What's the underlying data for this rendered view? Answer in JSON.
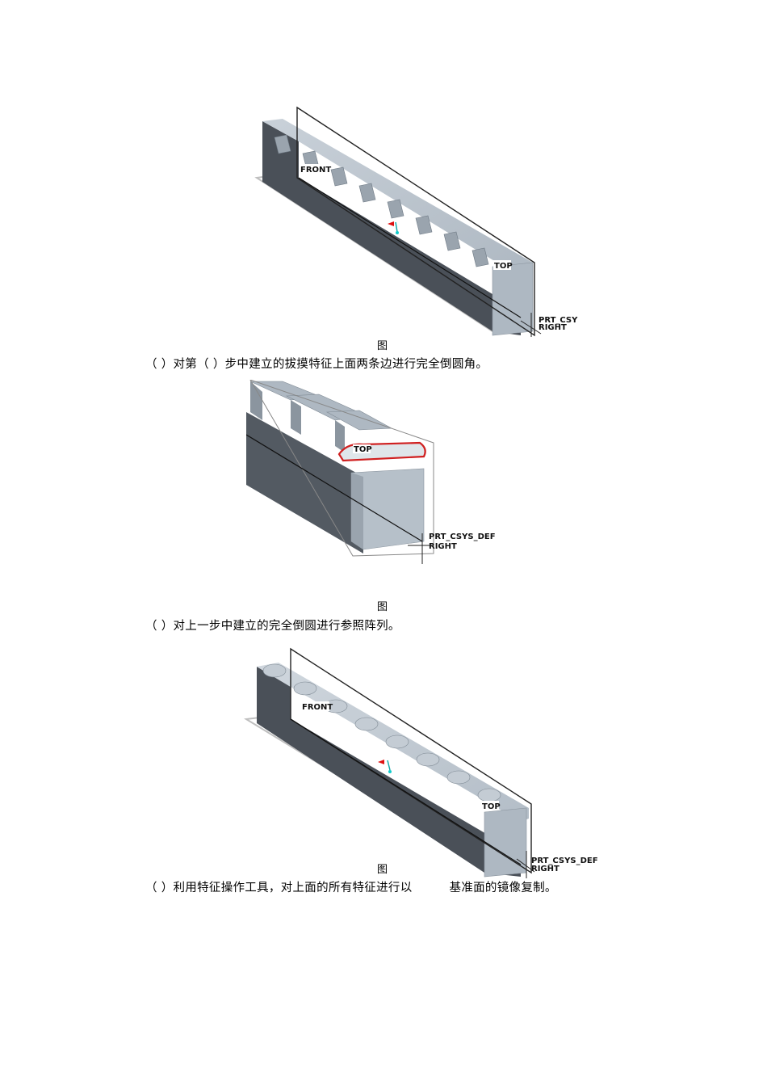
{
  "figures": [
    {
      "caption": "图",
      "datum_labels": {
        "front": "FRONT",
        "top": "TOP",
        "csys": "PRT_CSY",
        "right": "RIGHT"
      }
    },
    {
      "caption": "图",
      "datum_labels": {
        "top": "TOP",
        "csys": "PRT_CSYS_DEF",
        "right": "RIGHT"
      }
    },
    {
      "caption": "图",
      "datum_labels": {
        "front": "FRONT",
        "top": "TOP",
        "csys": "PRT_CSYS_DEF",
        "right": "RIGHT"
      }
    }
  ],
  "steps": [
    {
      "text": "（ ）对第（ ）步中建立的拔摸特征上面两条边进行完全倒圆角。"
    },
    {
      "text": "（ ）对上一步中建立的完全倒圆进行参照阵列。"
    },
    {
      "text_before": "（ ）利用特征操作工具，对上面的所有特征进行以",
      "text_after": "基准面的镜像复制。"
    }
  ]
}
